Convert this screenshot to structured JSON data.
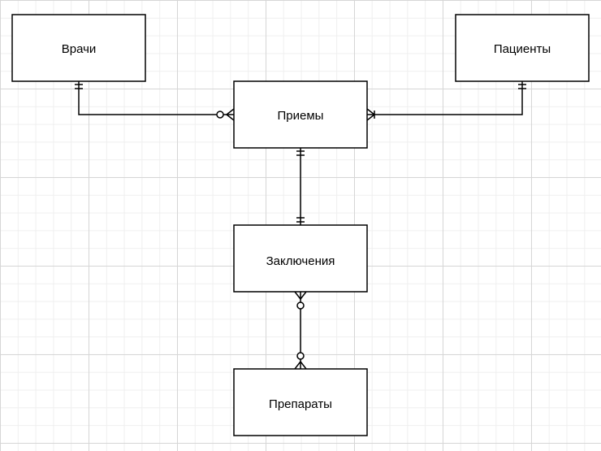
{
  "entities": {
    "doctors": "Врачи",
    "patients": "Пациенты",
    "appointments": "Приемы",
    "conclusions": "Заключения",
    "drugs": "Препараты"
  },
  "relationships": [
    {
      "from": "doctors",
      "from_cardinality": "one-and-only-one",
      "to": "appointments",
      "to_cardinality": "zero-or-many"
    },
    {
      "from": "patients",
      "from_cardinality": "one-and-only-one",
      "to": "appointments",
      "to_cardinality": "one-or-many"
    },
    {
      "from": "appointments",
      "from_cardinality": "one-and-only-one",
      "to": "conclusions",
      "to_cardinality": "one-and-only-one"
    },
    {
      "from": "conclusions",
      "from_cardinality": "zero-or-many",
      "to": "drugs",
      "to_cardinality": "zero-or-many"
    }
  ]
}
